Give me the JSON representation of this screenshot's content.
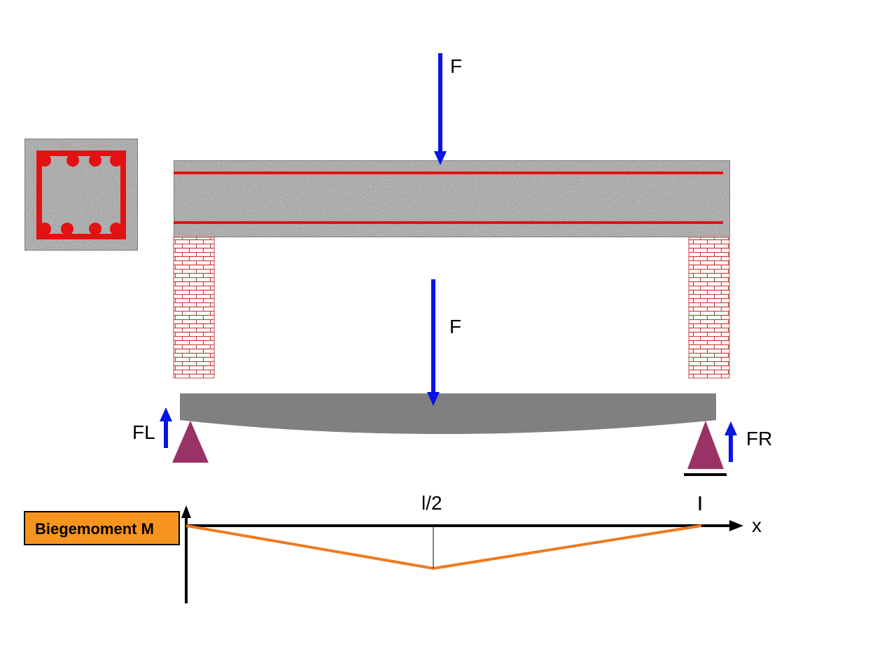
{
  "labels": {
    "force_top": "F",
    "force_mid": "F",
    "reaction_left": "FL",
    "reaction_right": "FR",
    "midspan": "l/2",
    "span_end": "l",
    "axis_x": "x",
    "moment_box": "Biegemoment M"
  },
  "colors": {
    "force": "#0a14e6",
    "rebar": "#e21212",
    "concrete": "#b4b4b4",
    "brick": "#c84040",
    "support": "#993366",
    "deflected_beam": "#808080",
    "moment_line": "#f07a1e",
    "moment_box_fill": "#f7941d"
  }
}
